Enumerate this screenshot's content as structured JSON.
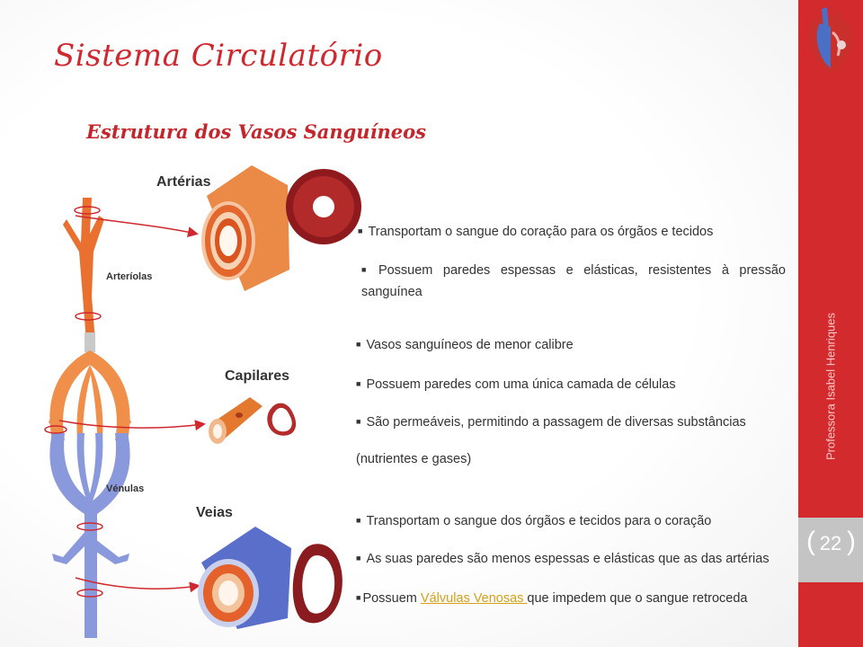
{
  "slide": {
    "title": "Sistema Circulatório",
    "subtitle": "Estrutura dos Vasos Sanguíneos",
    "labels": {
      "arterias": "Artérias",
      "arteriolas": "Arteríolas",
      "capilares": "Capilares",
      "venulas": "Vénulas",
      "veias": "Veias"
    },
    "bullets": {
      "b1": "Transportam o sangue do coração para os órgãos e  tecidos",
      "b2": "Possuem paredes espessas e elásticas, resistentes à pressão sanguínea",
      "b3": "Vasos sanguíneos  de menor calibre",
      "b4": "Possuem paredes com uma única camada de células",
      "b5": "São permeáveis, permitindo a passagem de diversas substâncias",
      "b5b": "(nutrientes e gases)",
      "b6": "Transportam o sangue dos órgãos e tecidos para o coração",
      "b7": "As suas paredes são menos espessas e elásticas que as das artérias",
      "b8a": "Possuem ",
      "b8link": "Válvulas Venosas ",
      "b8b": "que impedem que o sangue retroceda"
    },
    "bullet_glyph": "■"
  },
  "sidebar": {
    "author": "Professora Isabel Henriques",
    "page_number": "22",
    "brace_left": "(",
    "brace_right": ")"
  },
  "colors": {
    "accent": "#d32a2e",
    "artery": "#e3572a",
    "vein": "#7f8fd6",
    "link": "#d6a018"
  }
}
